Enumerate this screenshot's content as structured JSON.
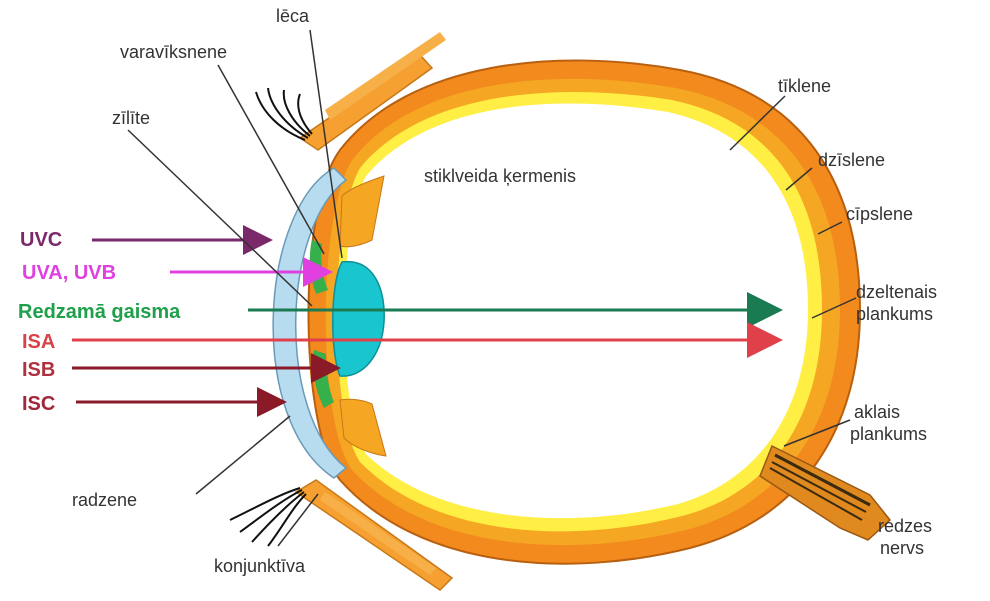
{
  "labels": {
    "leca": "lēca",
    "varaviksnene": "varavīksnene",
    "zilite": "zīlīte",
    "tiklene": "tīklene",
    "dzislene": "dzīslene",
    "cipslene": "cīpslene",
    "stiklveida": "stiklveida ķermenis",
    "dzeltenais_1": "dzeltenais",
    "dzeltenais_2": "plankums",
    "aklais_1": "aklais",
    "aklais_2": "plankums",
    "radzene": "radzene",
    "konjunktiva": "konjunktīva",
    "redzes_1": "redzes",
    "redzes_2": "nervs"
  },
  "rays": {
    "uvc": "UVC",
    "uva_uvb": "UVA, UVB",
    "redzama": "Redzamā gaisma",
    "isa": "ISA",
    "isb": "ISB",
    "isc": "ISC"
  },
  "colors": {
    "uvc": "#7a2a6a",
    "uva_uvb": "#e040e0",
    "redzama": "#1fa04a",
    "isa": "#d8434a",
    "isb": "#b03040",
    "isc": "#a02838",
    "sclera": "#f28a1e",
    "choroid": "#f5a623",
    "retina": "#ffee44",
    "cornea": "#b8dcef",
    "lens": "#19c6cf",
    "iris": "#35b04a"
  }
}
